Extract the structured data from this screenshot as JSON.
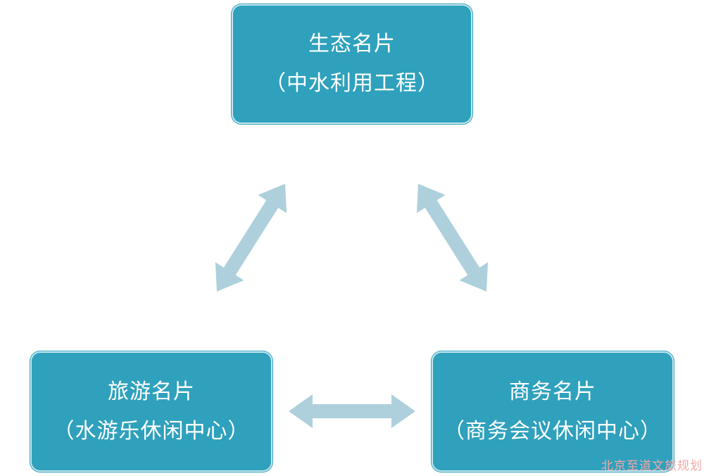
{
  "diagram": {
    "nodes": [
      {
        "title": "生态名片",
        "subtitle": "（中水利用工程）"
      },
      {
        "title": "旅游名片",
        "subtitle": "（水游乐休闲中心）"
      },
      {
        "title": "商务名片",
        "subtitle": "（商务会议休闲中心）"
      }
    ],
    "connections": [
      {
        "from": 0,
        "to": 1,
        "style": "double-arrow"
      },
      {
        "from": 0,
        "to": 2,
        "style": "double-arrow"
      },
      {
        "from": 1,
        "to": 2,
        "style": "double-arrow"
      }
    ],
    "colors": {
      "node_fill": "#2fa1bd",
      "node_border": "#c7e6ee",
      "node_text": "#ffffff",
      "arrow": "#aed0dc"
    }
  },
  "watermark": "北京至道文旅规划"
}
